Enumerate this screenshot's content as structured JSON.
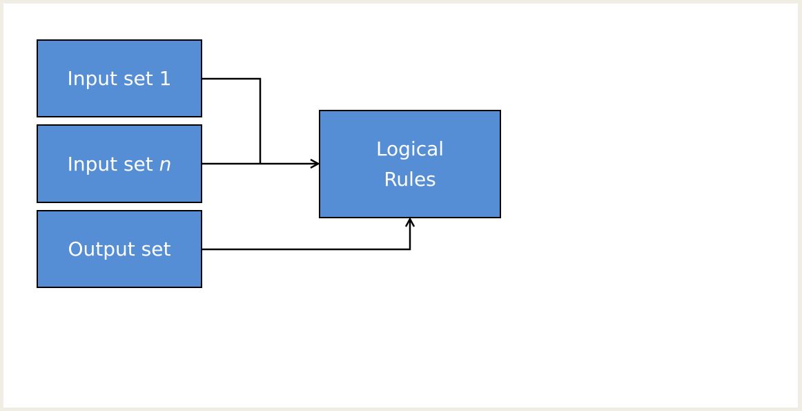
{
  "diagram": {
    "nodes": {
      "input_set_1": {
        "label": "Input set 1"
      },
      "input_set_n": {
        "label_prefix": "Input set ",
        "label_var": "n"
      },
      "output_set": {
        "label": "Output set"
      },
      "logical_rules": {
        "label": "Logical Rules"
      }
    },
    "edges": [
      {
        "from": "input_set_1",
        "to": "logical_rules"
      },
      {
        "from": "input_set_n",
        "to": "logical_rules"
      },
      {
        "from": "output_set",
        "to": "logical_rules"
      }
    ],
    "colors": {
      "box_fill": "#558ed5",
      "box_border": "#000000",
      "text": "#ffffff",
      "background": "#ffffff",
      "outer_frame": "#efede4"
    }
  }
}
